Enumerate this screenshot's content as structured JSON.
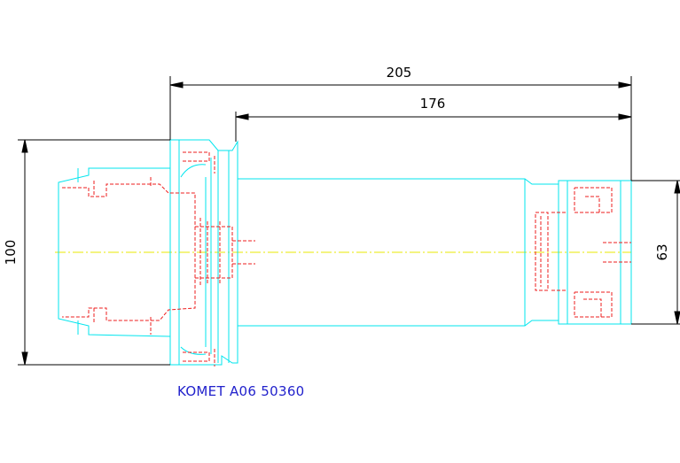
{
  "dimensions": {
    "overall_length": "205",
    "shank_length": "176",
    "flange_diameter": "100",
    "front_diameter": "63"
  },
  "caption": "KOMET A06 50360",
  "colors": {
    "outline": "#00e5ee",
    "hidden": "#ee1c1c",
    "centerline": "#e8e800",
    "dimension": "#000000",
    "caption": "#2222cc"
  }
}
